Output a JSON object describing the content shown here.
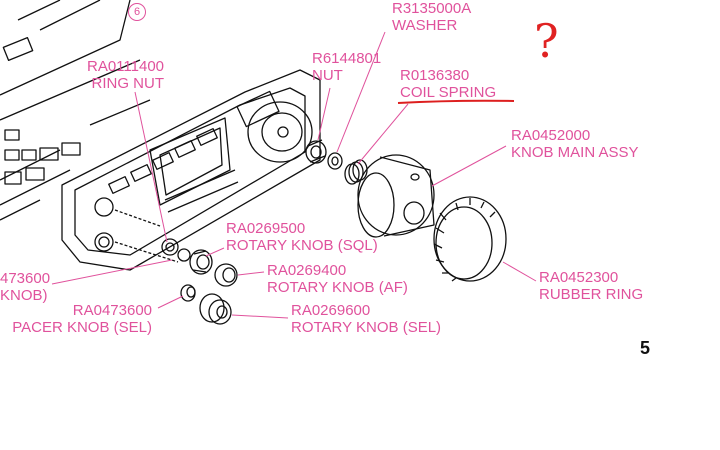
{
  "labels": {
    "ring_nut": {
      "code": "RA0111400",
      "name": "RING NUT"
    },
    "washer": {
      "code": "R3135000A",
      "name": "WASHER"
    },
    "nut": {
      "code": "R6144801",
      "name": "NUT"
    },
    "coil_spring": {
      "code": "R0136380",
      "name": "COIL SPRING"
    },
    "knob_main": {
      "code": "RA0452000",
      "name": "KNOB MAIN ASSY"
    },
    "rotary_sql": {
      "code": "RA0269500",
      "name": "ROTARY KNOB (SQL)"
    },
    "rotary_af": {
      "code": "RA0269400",
      "name": "ROTARY KNOB (AF)"
    },
    "rubber_ring": {
      "code": "RA0452300",
      "name": "RUBBER RING"
    },
    "spacer_left": {
      "code": "473600",
      "name": "KNOB)"
    },
    "spacer_sel": {
      "code": "RA0473600",
      "name": "PACER KNOB (SEL)"
    },
    "rotary_sel": {
      "code": "RA0269600",
      "name": "ROTARY KNOB (SEL)"
    }
  },
  "annotation": {
    "question_mark": "?"
  },
  "callout_number": "6",
  "page_number": "5",
  "colors": {
    "label": "#e0529c",
    "annotation": "#dd1f1f",
    "line": "#111111"
  }
}
